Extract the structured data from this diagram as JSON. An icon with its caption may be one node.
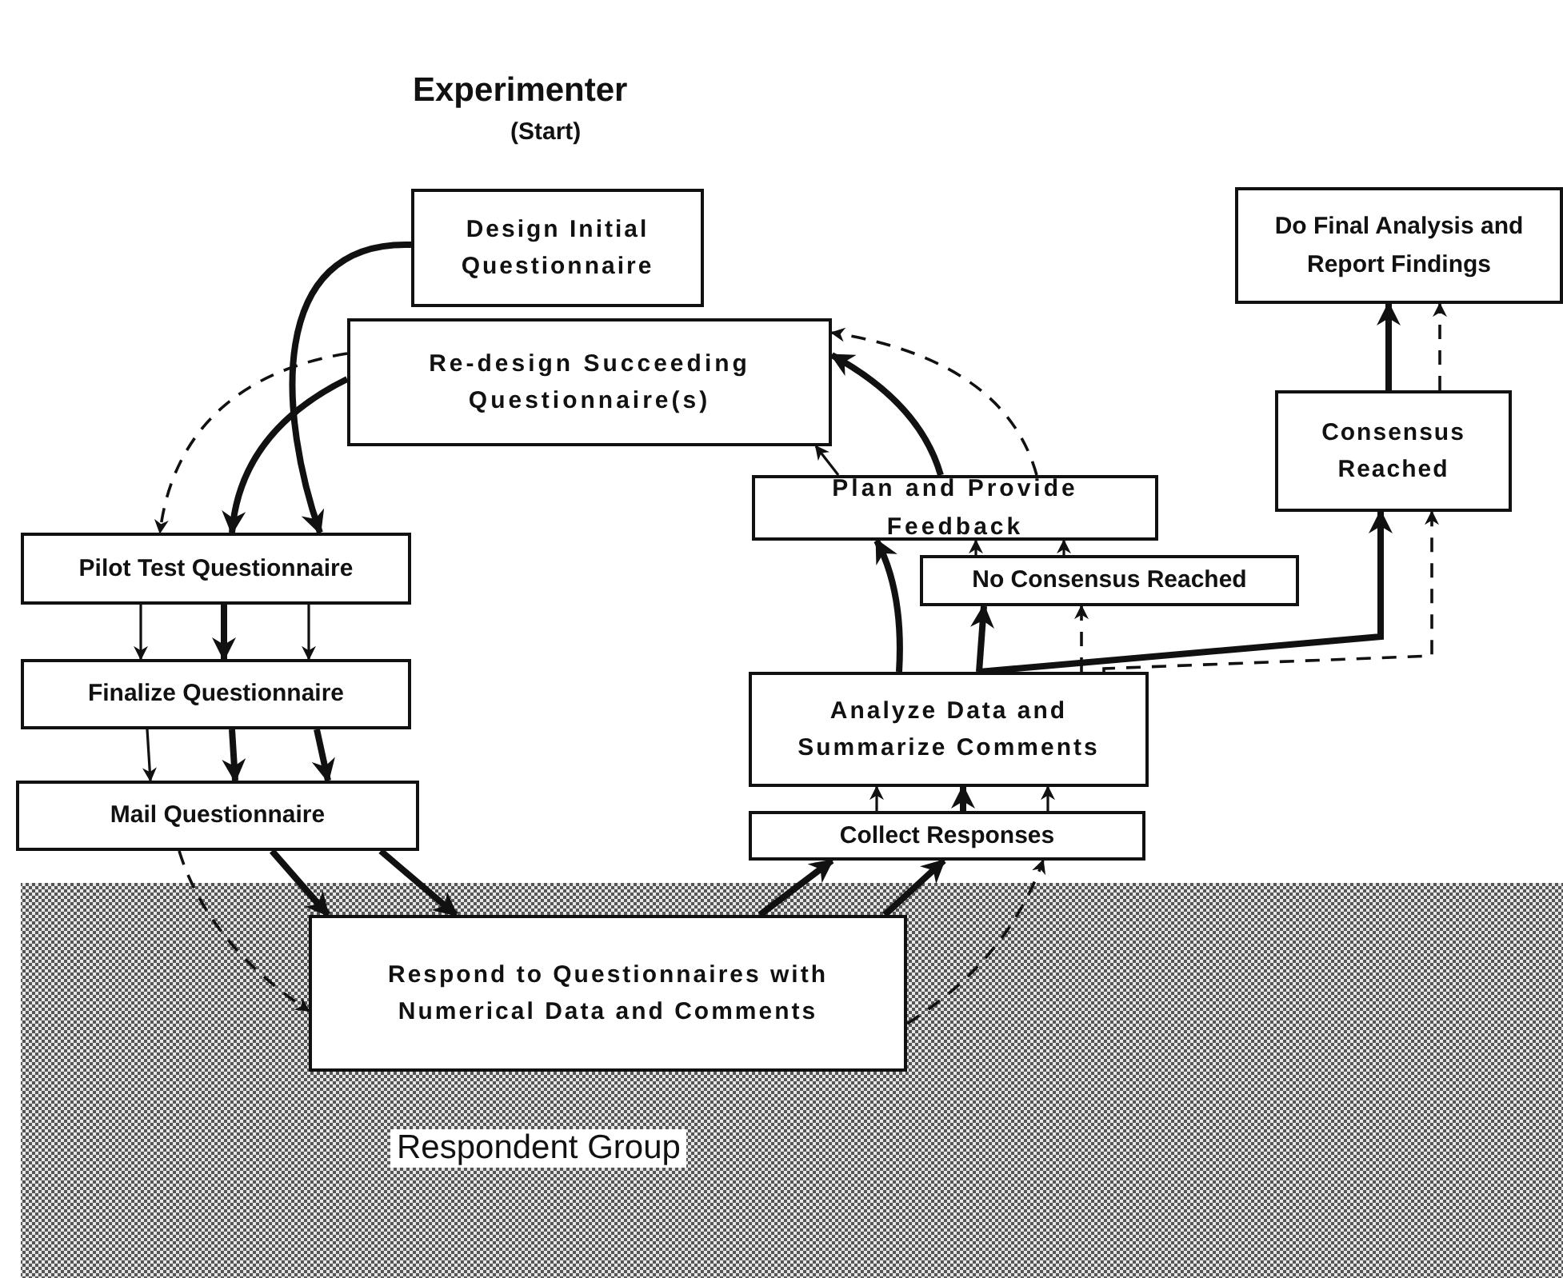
{
  "diagram": {
    "title": "Experimenter",
    "nodes": [
      {
        "text": [
          "Design Initial Questionnaire"
        ],
        "beside": [
          "(Start)"
        ]
      },
      {
        "text": [
          "Re-design Succeeding Questionnaire(s)"
        ]
      },
      {
        "text": [
          "Pilot Test Questionnaire"
        ]
      },
      {
        "text": [
          "Finalize Questionnaire"
        ]
      },
      {
        "text": [
          "Mail Questionnaire"
        ]
      },
      {
        "text": [
          "Respond to Questionnaires with Numerical Data and Comments"
        ]
      },
      {
        "text": [
          "Collect Responses"
        ]
      },
      {
        "text": [
          "Analyze Data and Summarize Comments"
        ]
      },
      {
        "text": [
          "Plan and Provide Feedback"
        ]
      },
      {
        "text": [
          "No Consensus Reached"
        ]
      },
      {
        "text": [
          "Consensus Reached"
        ]
      },
      {
        "text": [
          "Do Final Analysis and Report Findings"
        ]
      }
    ],
    "edges": [
      {
        "from": 0,
        "to": 2,
        "arrow": "to",
        "style": "thick"
      },
      {
        "from": 1,
        "to": 2,
        "arrow": "to",
        "style": "thick"
      },
      {
        "from": 1,
        "to": 2,
        "arrow": "to",
        "style": "dashed"
      },
      {
        "from": 2,
        "to": 3,
        "arrow": "to"
      },
      {
        "from": 2,
        "to": 3,
        "arrow": "to",
        "style": "thick"
      },
      {
        "from": 2,
        "to": 3,
        "arrow": "to"
      },
      {
        "from": 3,
        "to": 4,
        "arrow": "to"
      },
      {
        "from": 3,
        "to": 4,
        "arrow": "to",
        "style": "thick"
      },
      {
        "from": 3,
        "to": 4,
        "arrow": "to",
        "style": "thick"
      },
      {
        "from": 4,
        "to": 5,
        "arrow": "to",
        "style": "dashed"
      },
      {
        "from": 4,
        "to": 5,
        "arrow": "to",
        "style": "thick"
      },
      {
        "from": 4,
        "to": 5,
        "arrow": "to",
        "style": "thick"
      },
      {
        "from": 5,
        "to": 6,
        "arrow": "to",
        "style": "thick"
      },
      {
        "from": 5,
        "to": 6,
        "arrow": "to",
        "style": "thick"
      },
      {
        "from": 5,
        "to": 6,
        "arrow": "to",
        "style": "dashed"
      },
      {
        "from": 6,
        "to": 7,
        "arrow": "to"
      },
      {
        "from": 6,
        "to": 7,
        "arrow": "to",
        "style": "thick"
      },
      {
        "from": 6,
        "to": 7,
        "arrow": "to"
      },
      {
        "from": 7,
        "to": 8,
        "arrow": "to",
        "style": "thick"
      },
      {
        "from": 7,
        "to": 9,
        "arrow": "to",
        "style": "thick"
      },
      {
        "from": 7,
        "to": 9,
        "arrow": "to",
        "style": "dashed"
      },
      {
        "from": 7,
        "to": 10,
        "arrow": "to",
        "style": "thick"
      },
      {
        "from": 7,
        "to": 10,
        "arrow": "to",
        "style": "dashed"
      },
      {
        "from": 9,
        "to": 8,
        "arrow": "to"
      },
      {
        "from": 9,
        "to": 8,
        "arrow": "to"
      },
      {
        "from": 8,
        "to": 1,
        "arrow": "to",
        "style": "thick"
      },
      {
        "from": 8,
        "to": 1,
        "arrow": "to"
      },
      {
        "from": 8,
        "to": 1,
        "arrow": "to",
        "style": "dashed"
      },
      {
        "from": 10,
        "to": 11,
        "arrow": "to",
        "style": "thick"
      },
      {
        "from": 10,
        "to": 11,
        "arrow": "to",
        "style": "dashed"
      }
    ],
    "labels": [
      "Respondent Group"
    ]
  }
}
